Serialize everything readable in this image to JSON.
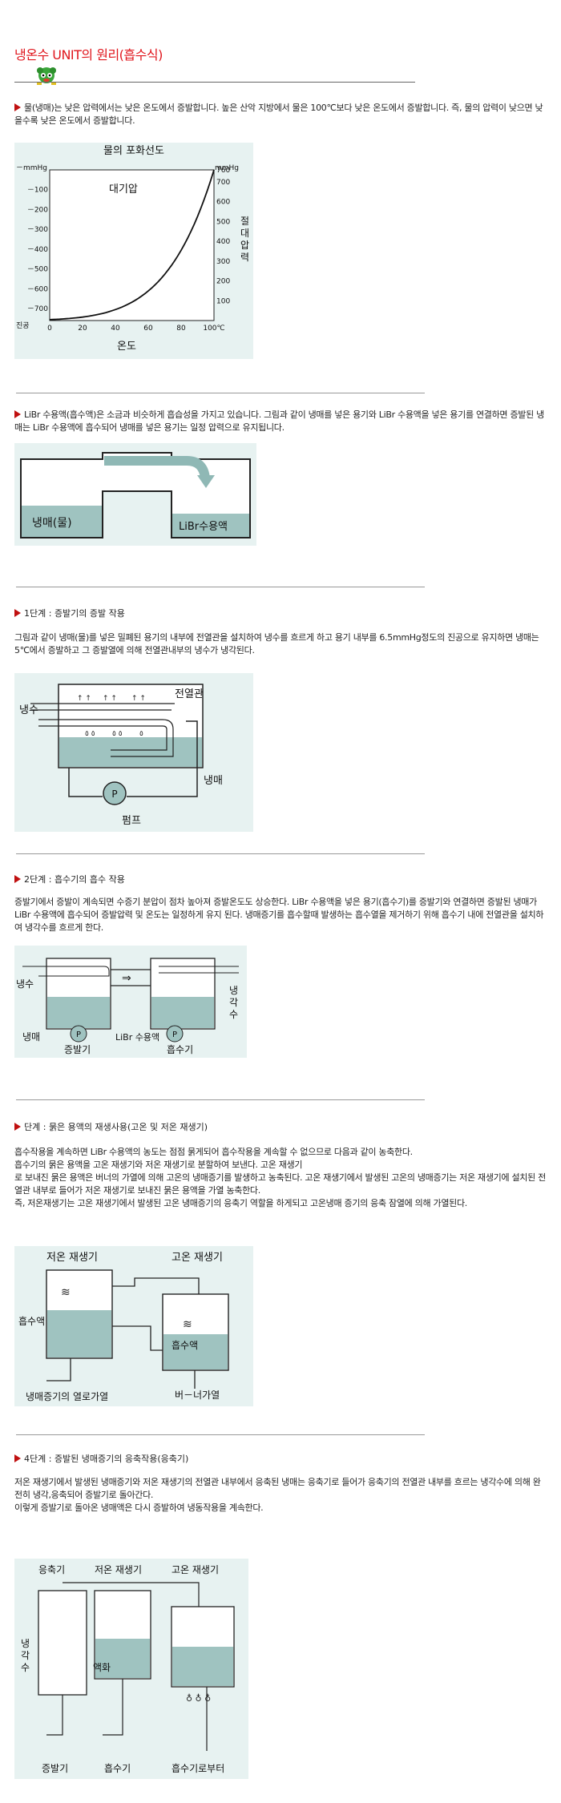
{
  "header": {
    "title": "냉온수 UNIT의 원리(흡수식)"
  },
  "intro": {
    "text": "물(냉매)는 낮은 압력에서는 낮은 온도에서 증발합니다. 높은 산악 지방에서 물은 100℃보다 낮은 온도에서 증발합니다. 즉, 물의 압력이 낮으면 낮을수록 낮은 온도에서 증발합니다."
  },
  "chart1": {
    "title": "물의 포화선도",
    "curve_label": "대기압",
    "left_unit": "－mmHg",
    "left_ticks": [
      "－100",
      "－200",
      "－300",
      "－400",
      "－500",
      "－600",
      "－700"
    ],
    "vacuum_label": "진공",
    "right_unit": "mmHg",
    "right_ticks": [
      "760",
      "700",
      "600",
      "500",
      "400",
      "300",
      "200",
      "100"
    ],
    "right_axis_label": [
      "절",
      "대",
      "압",
      "력"
    ],
    "x_ticks": [
      "0",
      "20",
      "40",
      "60",
      "80",
      "100℃"
    ],
    "xlabel": "온도"
  },
  "section_librbr": {
    "text": "LiBr 수용액(흡수액)은 소금과 비슷하게 흡습성을 가지고 있습니다. 그림과 같이 냉매를 넣은 용기와 LiBr 수용액을 넣은 용기를 연결하면 증발된 냉매는 LiBr 수용액에 흡수되어 냉매를 넣은 용기는 일정 압력으로 유지됩니다.",
    "fig_left": "냉매(물)",
    "fig_right": "LiBr수용액"
  },
  "step1": {
    "heading": "1단계 : 증발기의 증발 작용",
    "text": "그림과 같이 냉매(물)를 넣은 밀폐된 용기의 내부에 전열관을 설치하여 냉수를 흐르게 하고 용기 내부를 6.5mmHg정도의 진공으로 유지하면 냉매는 5℃에서 증발하고 그 증발열에 의해 전열관내부의 냉수가 냉각된다.",
    "fig_cold_water": "냉수",
    "fig_tube": "전열관",
    "fig_refrigerant": "냉매",
    "fig_pump_letter": "P",
    "fig_pump": "펌프"
  },
  "step2": {
    "heading": "2단계 : 흡수기의 흡수 작용",
    "text": "증발기에서 증발이 계속되면 수증기 분압이 점차 높아져 증발온도도 상승한다. LiBr 수용액을 넣은 용기(흡수기)를 증발기와 연결하면 증발된 냉매가 LiBr 수용액에 흡수되어 증발압력 및 온도는 일정하게 유지 된다. 냉매증기를 흡수할때 발생하는 흡수열을 제거하기 위해 흡수기 내에 전열관을 설치하여 냉각수를 흐르게 한다.",
    "fig_cold_water": "냉수",
    "fig_refrigerant": "냉매",
    "fig_evaporator": "증발기",
    "fig_solution": "LiBr\n수용액",
    "fig_absorber": "흡수기",
    "fig_cooling_water": "냉각수",
    "fig_pump_letter": "P"
  },
  "step3": {
    "heading": "단계 : 묽은 용액의 재생사용(고온 및 저온 재생기)",
    "text": "흡수작용을 계속하면 LiBr 수용액의 농도는 점점 묽게되어 흡수작용을 계속할 수 없으므로 다음과 같이 농축한다.\n흡수기의 묽은 용액을 고온 재생기와 저온 재생기로 분할하여 보낸다. 고온 재생기\n로 보내진 묽은 용액은 버너의 가열에 의해 고온의 냉매증기를 발생하고 농축된다. 고온 재생기에서 발생된 고온의 냉매증기는 저온 재생기에 설치된 전열관 내부로 들어가 저온 재생기로 보내진 묽은 용액을 가열 농축한다.\n즉, 저온재생기는 고온 재생기에서 발생된 고온 냉매증기의 응축기 역할을 하게되고 고온냉매 증기의 응축 잠열에 의해 가열된다.",
    "fig_low_gen": "저온 재생기",
    "fig_high_gen": "고온 재생기",
    "fig_absorbent_left": "흡수액",
    "fig_absorbent_right": "흡수액",
    "fig_vapor_heat": "냉매증기의 열로가열",
    "fig_burner": "버－너가열"
  },
  "step4": {
    "heading": "4단계 : 증발된 냉매증기의 응축작용(응축기)",
    "text": "저온 재생기에서 발생된 냉매증기와 저온 재생기의 전열관 내부에서 응축된 냉매는 응축기로 들어가 응축기의 전열관 내부를 흐르는 냉각수에 의해 완전히 냉각,응축되어 증발기로 돌아간다.\n이렇게 증발기로 돌아온 냉매액은 다시 증발하여 냉동작용을 계속한다.",
    "fig_condenser": "응축기",
    "fig_low_gen": "저온 재생기",
    "fig_high_gen": "고온 재생기",
    "fig_cooling_water": "냉각수",
    "fig_liquefy": "액화",
    "fig_evaporator": "증발기",
    "fig_absorber": "흡수기",
    "fig_from_absorber": "흡수기로부터"
  }
}
